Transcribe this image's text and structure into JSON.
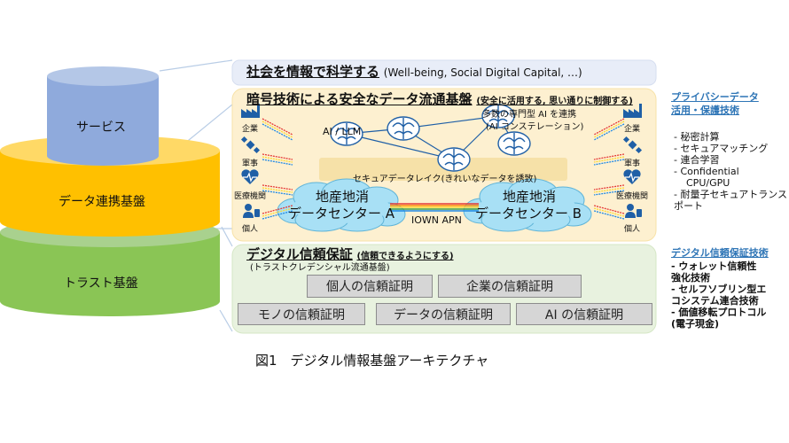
{
  "cylinder": {
    "service": "サービス",
    "data_platform": "データ連携基盤",
    "trust_platform": "トラスト基盤"
  },
  "society": {
    "title": "社会を情報で科学する",
    "subtitle": "(Well-being, Social Digital Capital, …)"
  },
  "secure_flow": {
    "title": "暗号技術による安全なデータ流通基盤",
    "subtitle": "(安全に活用する, 思い通りに制御する)",
    "ai_llm": "AI / LLM",
    "ai_note_1": "多数の専門型 AI を連携",
    "ai_note_2": "(AI コンステレーション)",
    "data_lake": "セキュアデータレイク(きれいなデータを誘致)",
    "dc_a_line1": "地産地消",
    "dc_a_line2": "データセンター A",
    "dc_b_line1": "地産地消",
    "dc_b_line2": "データセンター B",
    "iown": "IOWN APN",
    "left_labels": [
      "企業",
      "軍事",
      "医療機関",
      "個人"
    ],
    "right_labels": [
      "企業",
      "軍事",
      "医療機関",
      "個人"
    ]
  },
  "trust": {
    "title": "デジタル信頼保証",
    "subtitle": "(信頼できるようにする)",
    "note": "(トラストクレデンシャル流通基盤)",
    "certs": [
      "個人の信頼証明",
      "企業の信頼証明",
      "モノの信頼証明",
      "データの信頼証明",
      "AI の信頼証明"
    ]
  },
  "privacy_tech": {
    "heading_1": "プライバシーデータ",
    "heading_2": "活用・保護技術",
    "items": [
      "- 秘密計算",
      "- セキュアマッチング",
      "- 連合学習",
      "- Confidential",
      "CPU/GPU",
      "- 耐量子セキュアトランス",
      "ポート"
    ]
  },
  "trust_tech": {
    "heading": "デジタル信頼保証技術",
    "items": [
      "- ウォレット信頼性",
      "強化技術",
      "- セルフソブリン型エ",
      "コシステム連合技術",
      "- 価値移転プロトコル",
      "(電子現金)"
    ]
  },
  "caption": "図1　デジタル情報基盤アーキテクチャ",
  "colors": {
    "service_top": "#b4c7e7",
    "service_side": "#8faadc",
    "data_top": "#ffd966",
    "data_side": "#ffc000",
    "trust_top": "#a9d18e",
    "trust_side": "#8ac555",
    "society_panel": "#e8edf8",
    "secure_panel": "#fdf0d0",
    "trust_panel": "#e8f2df",
    "cloud": "#a8e0f5",
    "accent_blue": "#2e75b6",
    "icon_blue": "#1f5fa6"
  }
}
